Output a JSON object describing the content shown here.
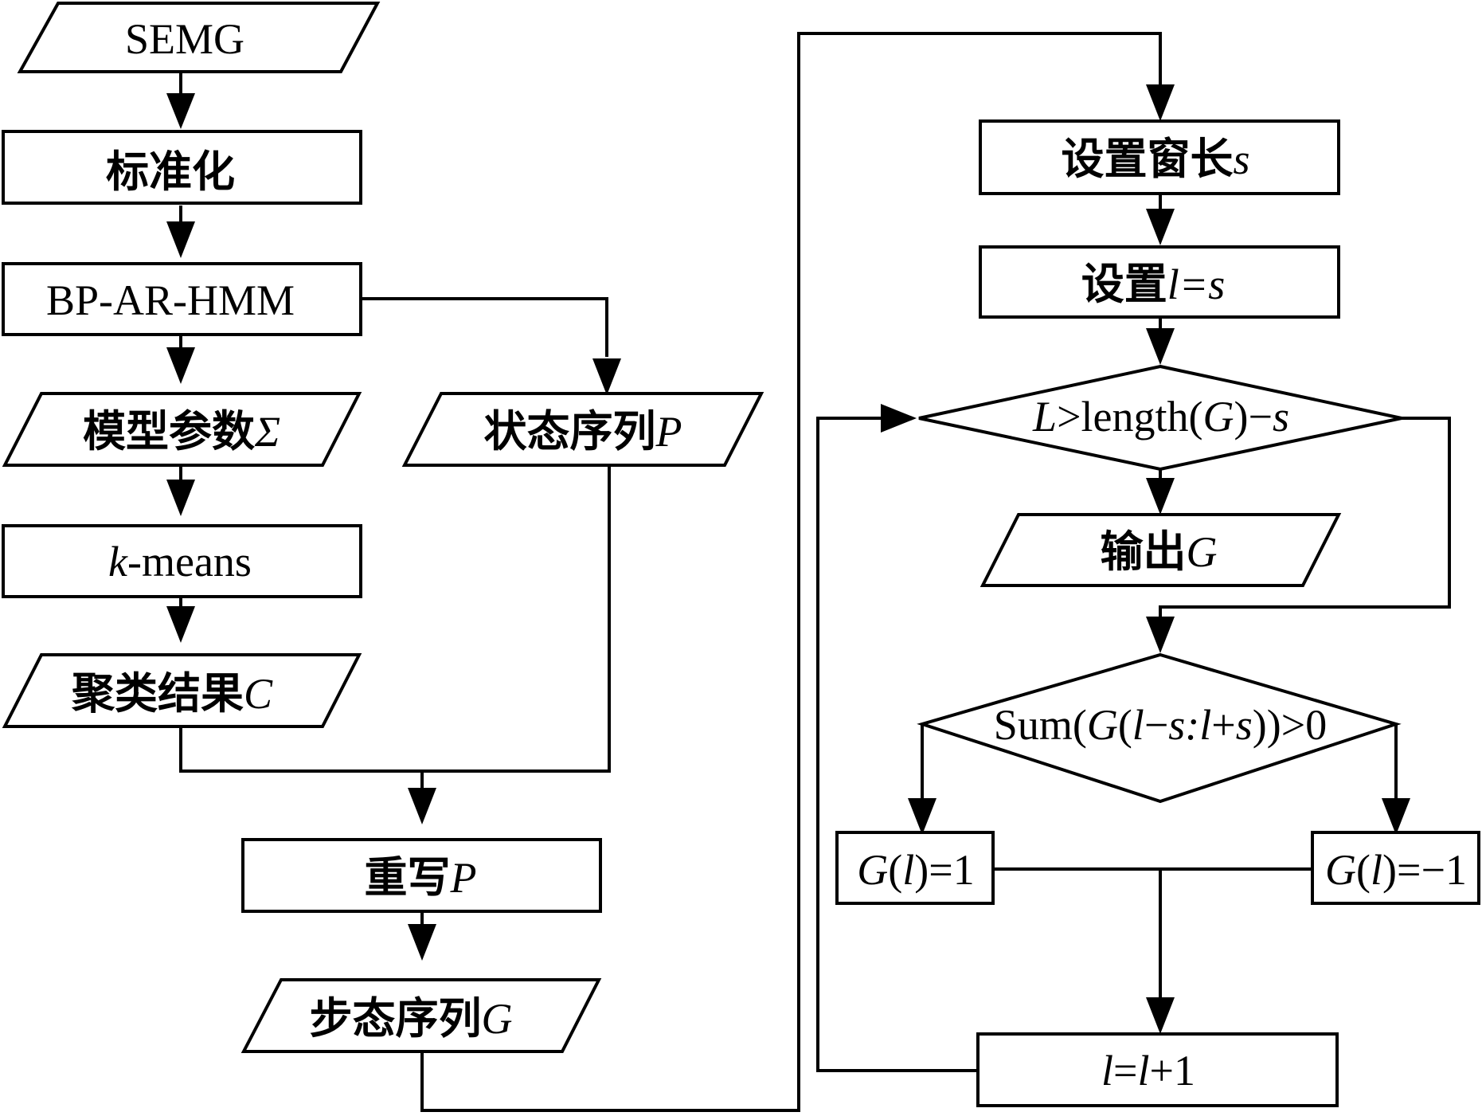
{
  "nodes": {
    "semg": {
      "label": "SEMG"
    },
    "standardize": {
      "label": "标准化"
    },
    "bp_ar_hmm": {
      "label": "BP-AR-HMM"
    },
    "model_params": {
      "label": "模型参数",
      "var": "Σ"
    },
    "state_seq": {
      "label": "状态序列",
      "var": "P"
    },
    "kmeans": {
      "var": "k",
      "label": "-means"
    },
    "cluster_result": {
      "label": "聚类结果",
      "var": "C"
    },
    "rewrite": {
      "label": "重写",
      "var": "P"
    },
    "gait_seq": {
      "label": "步态序列",
      "var": "G"
    },
    "set_window": {
      "label": "设置窗长",
      "var": "s"
    },
    "set_l": {
      "label": "设置",
      "var1": "l",
      "eq": "=",
      "var2": "s"
    },
    "cond_length": {
      "p1": "L",
      "p2": ">length(",
      "p3": "G",
      "p4": ")−",
      "p5": "s"
    },
    "output": {
      "label": "输出",
      "var": "G"
    },
    "cond_sum": {
      "p1": "Sum(",
      "p2": "G",
      "p3": "(",
      "p4": "l",
      "p5": "−",
      "p6": "s",
      "p7": ":",
      "p8": "l",
      "p9": "+",
      "p10": "s",
      "p11": "))>0"
    },
    "g_pos": {
      "p1": "G",
      "p2": "(",
      "p3": "l",
      "p4": ")=1"
    },
    "g_neg": {
      "p1": "G",
      "p2": "(",
      "p3": "l",
      "p4": ")=−1"
    },
    "increment": {
      "p1": "l",
      "p2": "=",
      "p3": "l",
      "p4": "+1"
    }
  }
}
